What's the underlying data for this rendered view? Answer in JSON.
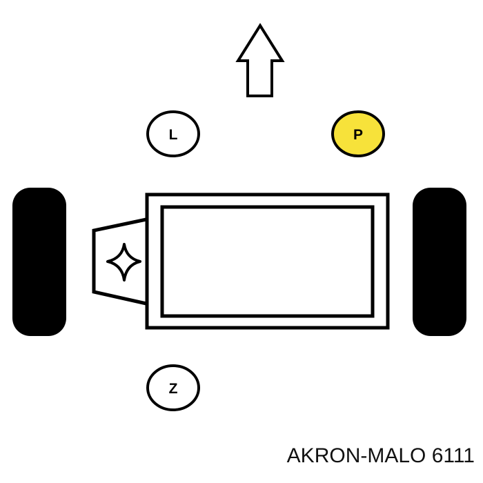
{
  "caption": "AKRON-MALO 6111",
  "markers": [
    {
      "id": "left",
      "label": "L",
      "fill": "#ffffff"
    },
    {
      "id": "right",
      "label": "P",
      "fill": "#f7e23a"
    },
    {
      "id": "bottom",
      "label": "Z",
      "fill": "#ffffff"
    }
  ],
  "colors": {
    "stroke": "#000000",
    "highlight": "#f7e23a",
    "background": "#ffffff"
  },
  "icons": {
    "direction": "up-arrow-icon",
    "mount": "four-point-star-icon"
  }
}
